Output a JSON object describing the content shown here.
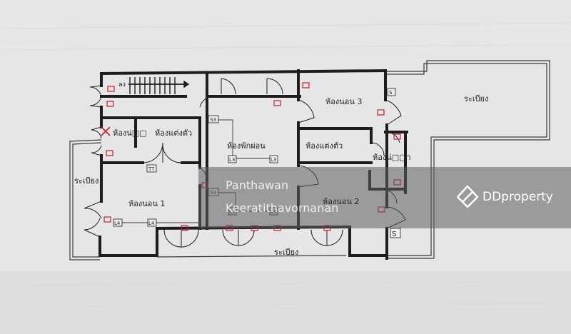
{
  "rooms": {
    "stair_label": "ลง",
    "bathroom_top_left": "ห้องน่□□",
    "dressing_left": "ห้องแต่งตัว",
    "living": "ห้องพักผ่อน",
    "bedroom_3": "ห้องนอน 3",
    "dressing_right": "ห้องแต่งตัว",
    "bathroom_right": "ห้องน่□□า",
    "bedroom_1": "ห้องนอน 1",
    "bedroom_2": "ห้องนอน 2",
    "balcony_right": "ระเบียง",
    "balcony_left": "ระเบียง",
    "balcony_bottom": "ระเบียง"
  },
  "symbols": {
    "lamp_l3a": "L3",
    "lamp_l3b": "L3",
    "lamp_l4a": "L4",
    "lamp_l4b": "L4",
    "lamp_l3c": "L3",
    "lamp_l3d": "L3",
    "switch_s3a": "S3",
    "switch_s3b": "S3",
    "tv_tt": "TT",
    "s_top": "S",
    "s_bottom": "S"
  },
  "watermark": {
    "line1": "Panthawan",
    "line2": "Keeratithavornanan",
    "brand": "DDproperty"
  },
  "colors": {
    "paper": "#e9e9ea",
    "wall": "#1d1d1f",
    "marker": "#c0202a",
    "overlay": "#6e6e6e"
  }
}
